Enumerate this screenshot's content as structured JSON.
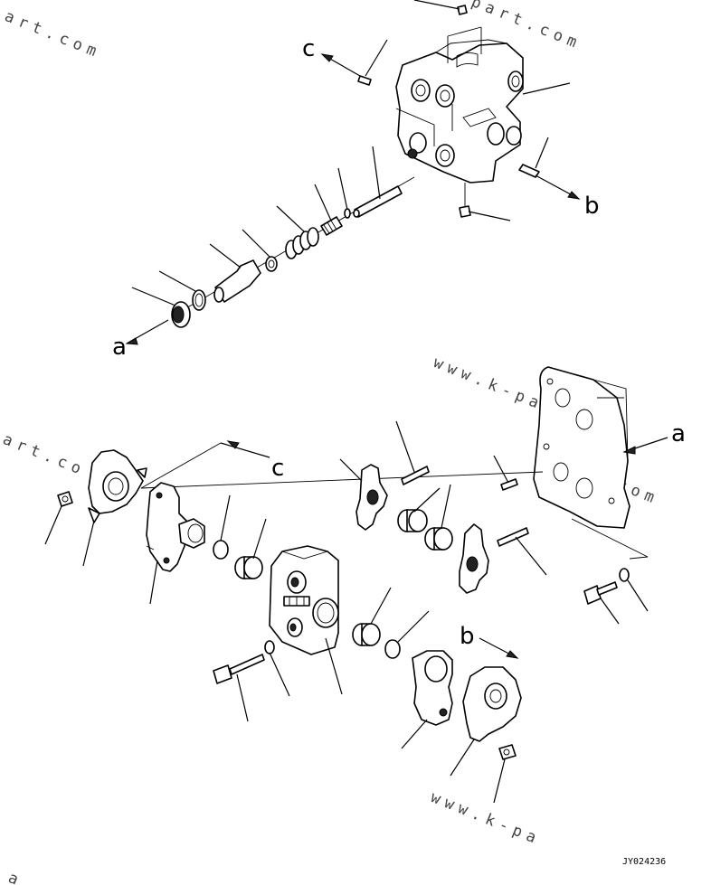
{
  "watermark": {
    "top_left": "art.com",
    "top_right": "part.com",
    "mid_right": "www.k-part.com",
    "mid_left": "art.co",
    "mid_right2": ".com",
    "bottom_right": "www.k-pa",
    "bottom_left": "a"
  },
  "callouts": {
    "a_lower": "a",
    "a_upper": "a",
    "b_upper": "b",
    "b_lower": "b",
    "c_upper": "c",
    "c_lower": "c"
  },
  "drawing_code": "JY024236"
}
